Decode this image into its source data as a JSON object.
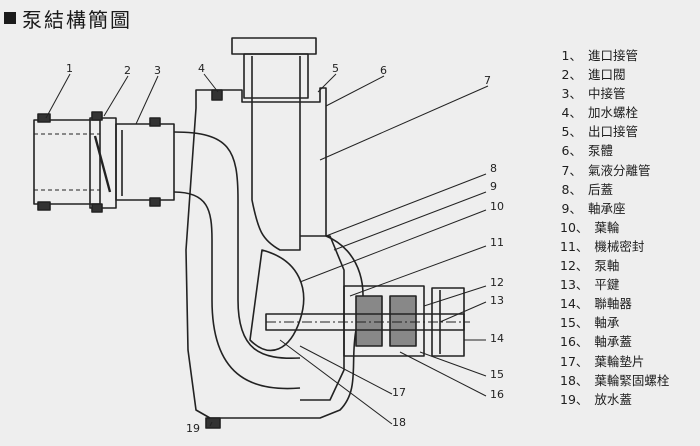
{
  "title": "泵結構簡圖",
  "callouts": [
    "1",
    "2",
    "3",
    "4",
    "5",
    "6",
    "7",
    "8",
    "9",
    "10",
    "11",
    "12",
    "13",
    "14",
    "15",
    "16",
    "17",
    "18",
    "19"
  ],
  "legend": [
    {
      "num": "1、",
      "label": "進口接管"
    },
    {
      "num": "2、",
      "label": "進口閥"
    },
    {
      "num": "3、",
      "label": "中接管"
    },
    {
      "num": "4、",
      "label": "加水螺栓"
    },
    {
      "num": "5、",
      "label": "出口接管"
    },
    {
      "num": "6、",
      "label": "泵體"
    },
    {
      "num": "7、",
      "label": "氣液分離管"
    },
    {
      "num": "8、",
      "label": "后蓋"
    },
    {
      "num": "9、",
      "label": "軸承座"
    },
    {
      "num": "10、",
      "label": "葉輪"
    },
    {
      "num": "11、",
      "label": "機械密封"
    },
    {
      "num": "12、",
      "label": "泵軸"
    },
    {
      "num": "13、",
      "label": "平鍵"
    },
    {
      "num": "14、",
      "label": "聯軸器"
    },
    {
      "num": "15、",
      "label": "軸承"
    },
    {
      "num": "16、",
      "label": "軸承蓋"
    },
    {
      "num": "17、",
      "label": "葉輪墊片"
    },
    {
      "num": "18、",
      "label": "葉輪緊固螺栓"
    },
    {
      "num": "19、",
      "label": "放水蓋"
    }
  ]
}
